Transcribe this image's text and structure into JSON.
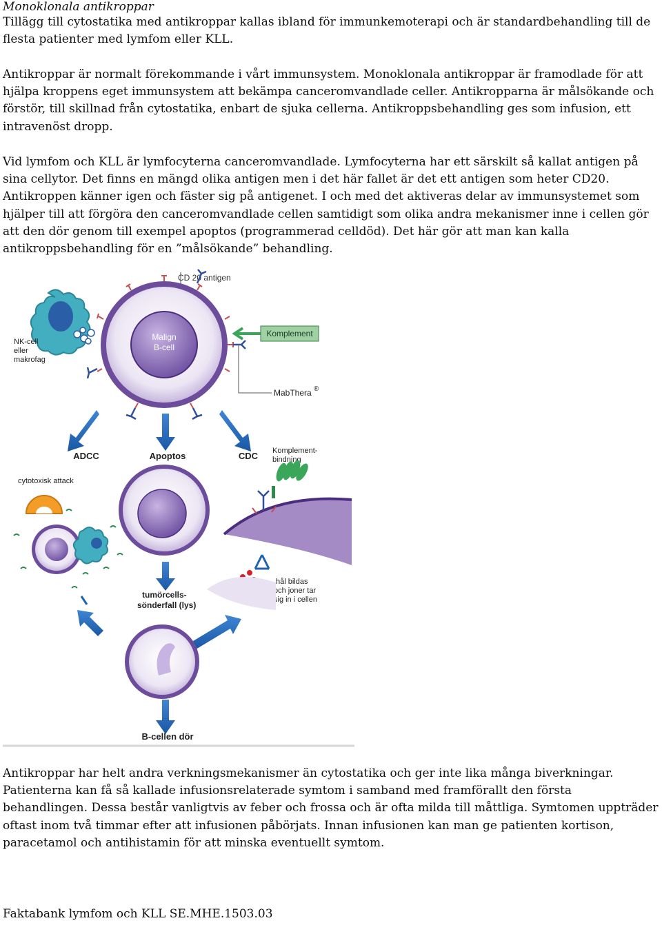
{
  "heading": "Monoklonala antikroppar",
  "paragraphs": {
    "p1": "Tillägg till cytostatika med antikroppar kallas ibland för immunkemoterapi och är standardbehandling till de flesta patienter med lymfom eller KLL.",
    "p2": "Antikroppar är normalt förekommande i vårt immunsystem. Monoklonala antikroppar är framodlade för att hjälpa kroppens eget immunsystem att bekämpa canceromvandlade celler. Antikropparna är målsökande och förstör, till skillnad från cytostatika, enbart de sjuka cellerna. Antikroppsbehandling ges som infusion, ett intravenöst dropp.",
    "p3": "Vid lymfom och KLL är lymfocyterna canceromvandlade. Lymfocyterna har ett särskilt så kallat antigen på sina cellytor. Det finns en mängd olika antigen men i det här fallet är det ett antigen som heter CD20. Antikroppen känner igen och fäster sig på antigenet. I och med det aktiveras delar av immunsystemet som hjälper till att förgöra den canceromvandlade cellen samtidigt som olika andra mekanismer inne i cellen gör att den dör genom till exempel apoptos (programmerad celldöd). Det här gör att man kan kalla antikroppsbehandling för en ”målsökande” behandling.",
    "p4": "Antikroppar har helt andra verkningsmekanismer än cytostatika och ger inte lika många biverkningar. Patienterna kan få så kallade infusionsrelaterade symtom i samband med framförallt den första behandlingen. Dessa består vanligtvis av feber och frossa och är ofta milda till måttliga. Symtomen uppträder oftast inom två timmar efter att infusionen påbörjats. Innan infusionen kan man ge patienten kortison, paracetamol och antihistamin för att minska eventuellt symtom."
  },
  "figure": {
    "cd20": "CD 20 antigen",
    "malign_1": "Malign",
    "malign_2": "B-cell",
    "nk_1": "NK-cell",
    "nk_2": "eller",
    "nk_3": "makrofag",
    "komplement": "Komplement",
    "mabthera": "MabThera",
    "mabthera_mark": "®",
    "adcc": "ADCC",
    "apoptos": "Apoptos",
    "cdc": "CDC",
    "kb_1": "Komplement-",
    "kb_2": "bindning",
    "cytotox": "cytotoxisk attack",
    "hal_1": "hål bildas",
    "hal_2": "och joner tar",
    "hal_3": "sig in i cellen",
    "tum_1": "tumörcells-",
    "tum_2": "sönderfall (lys)",
    "bdor": "B-cellen dör"
  },
  "footer": "Faktabank lymfom och KLL SE.MHE.1503.03",
  "colors": {
    "cell_purple": "#a58bc6",
    "cell_dark": "#4b2d7f",
    "arrow_blue": "#1f63b4",
    "nk_teal": "#3fa9b8",
    "komplement_green": "#3aa65a",
    "cytotox_orange": "#f39c28"
  }
}
